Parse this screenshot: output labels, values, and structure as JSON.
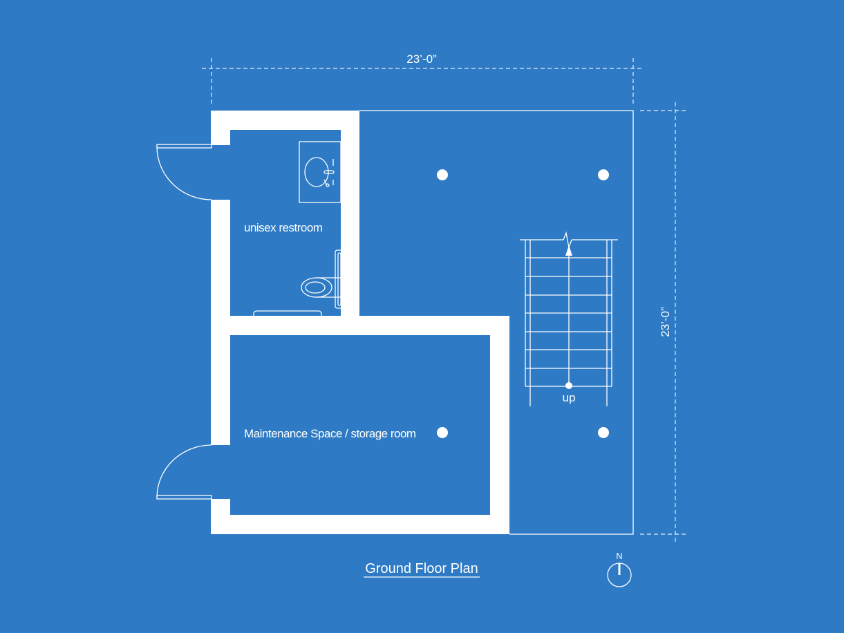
{
  "title": "Ground Floor Plan",
  "dimensions": {
    "width": "23’-0”",
    "depth": "23’-0”"
  },
  "rooms": {
    "restroom": "unisex restroom",
    "maintenance": "Maintenance Space / storage room"
  },
  "stairs": {
    "direction_label": "up"
  },
  "compass": {
    "label": "N"
  },
  "colors": {
    "background": "#2e7ac4",
    "lines": "#ffffff"
  }
}
